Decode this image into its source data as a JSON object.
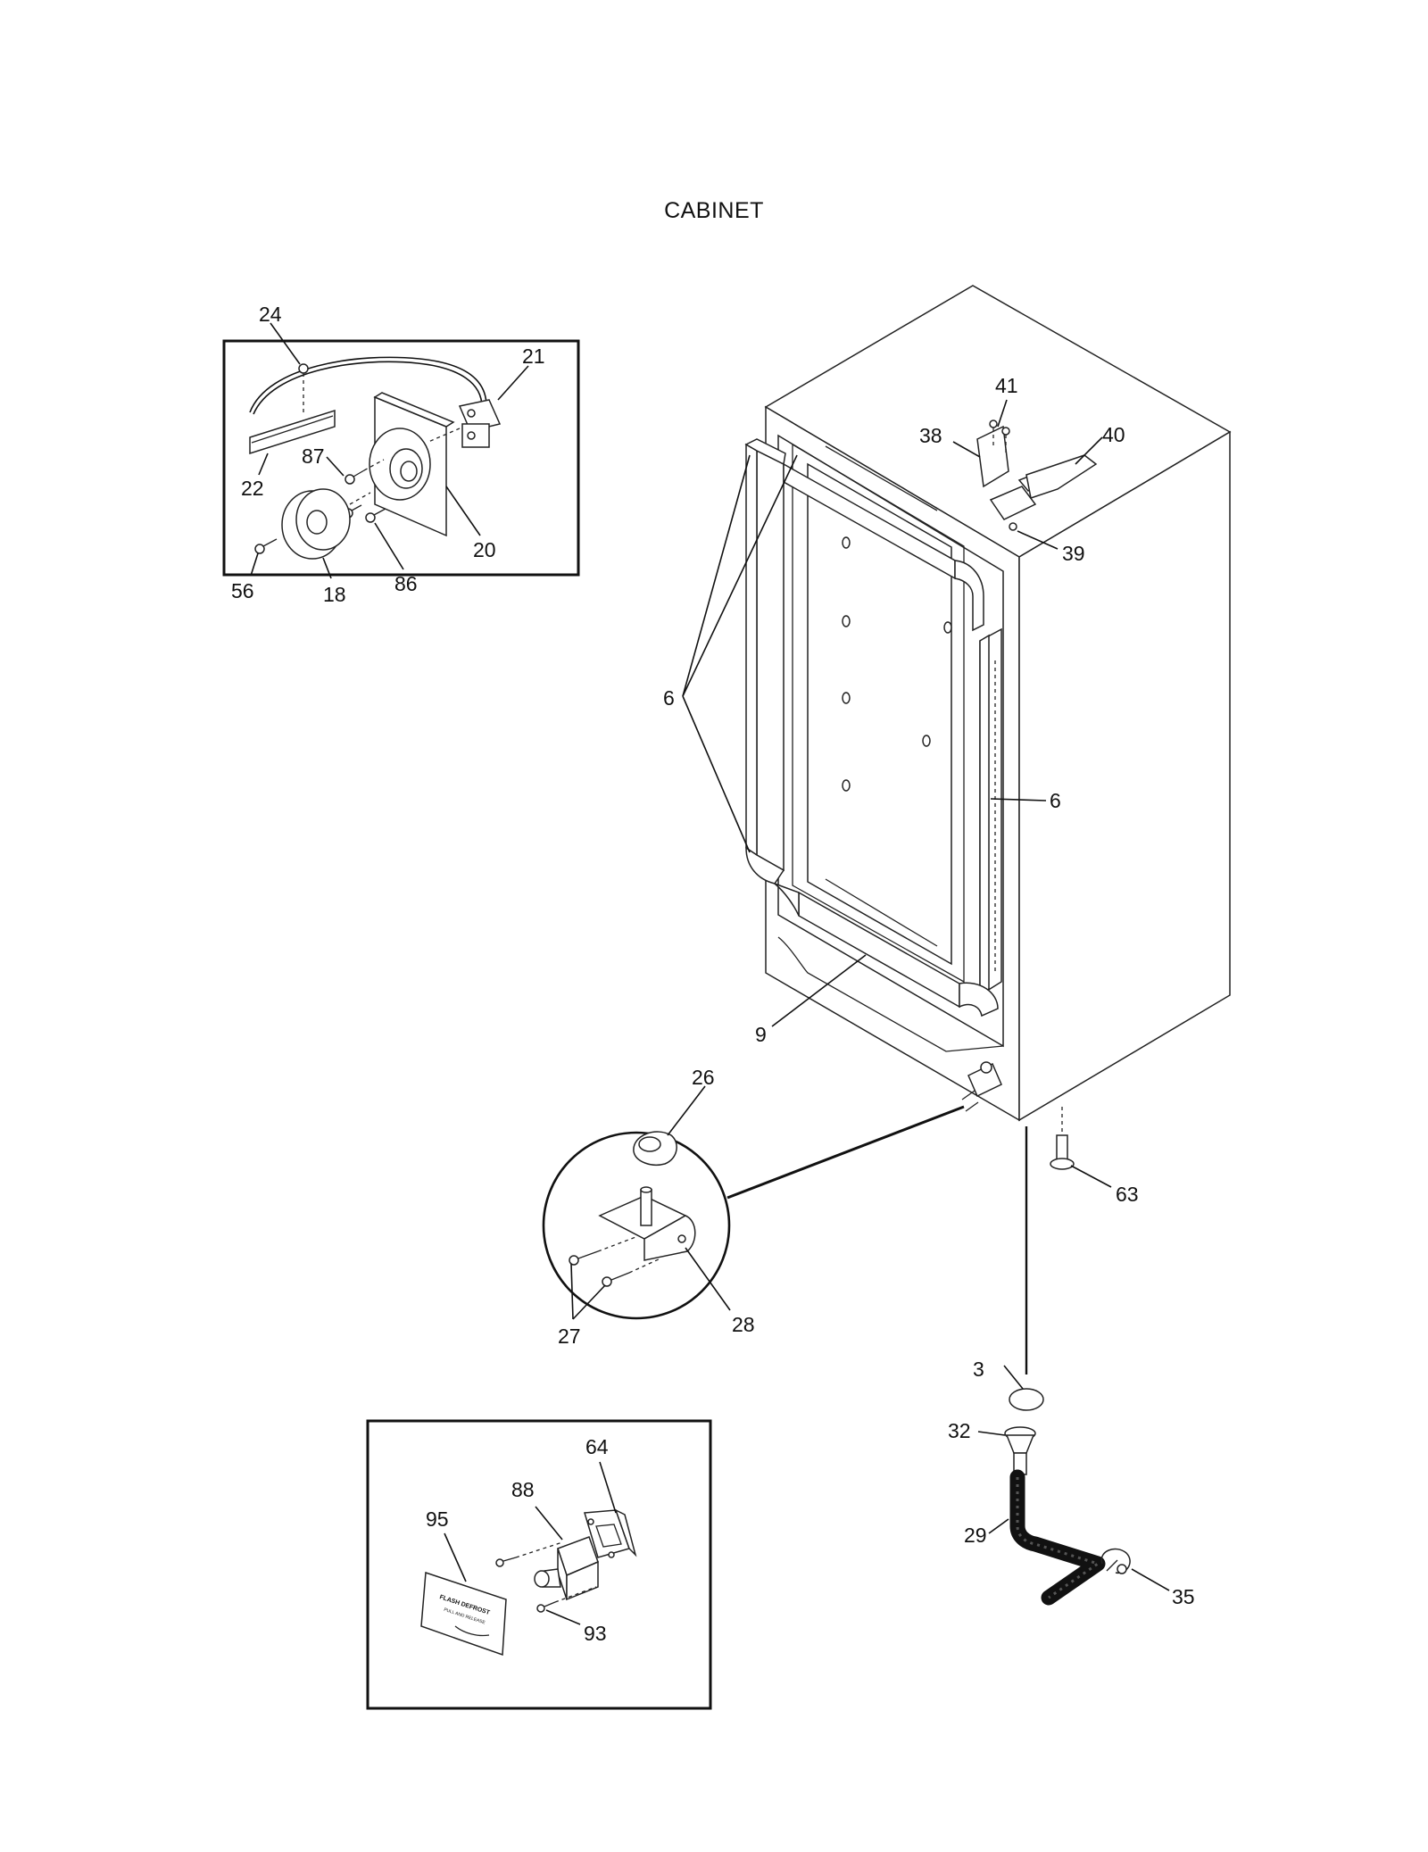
{
  "title": "CABINET",
  "callouts": {
    "c24": "24",
    "c21": "21",
    "c87": "87",
    "c22": "22",
    "c20": "20",
    "c18": "18",
    "c56": "56",
    "c86": "86",
    "c41": "41",
    "c38": "38",
    "c40": "40",
    "c39": "39",
    "c6a": "6",
    "c6b": "6",
    "c9": "9",
    "c26": "26",
    "c28": "28",
    "c27": "27",
    "c63": "63",
    "c3": "3",
    "c32": "32",
    "c29": "29",
    "c35": "35",
    "c64": "64",
    "c88": "88",
    "c95": "95",
    "c93": "93"
  },
  "decal_text": {
    "line1": "FLASH DEFROST",
    "line2": "PULL AND RELEASE"
  }
}
